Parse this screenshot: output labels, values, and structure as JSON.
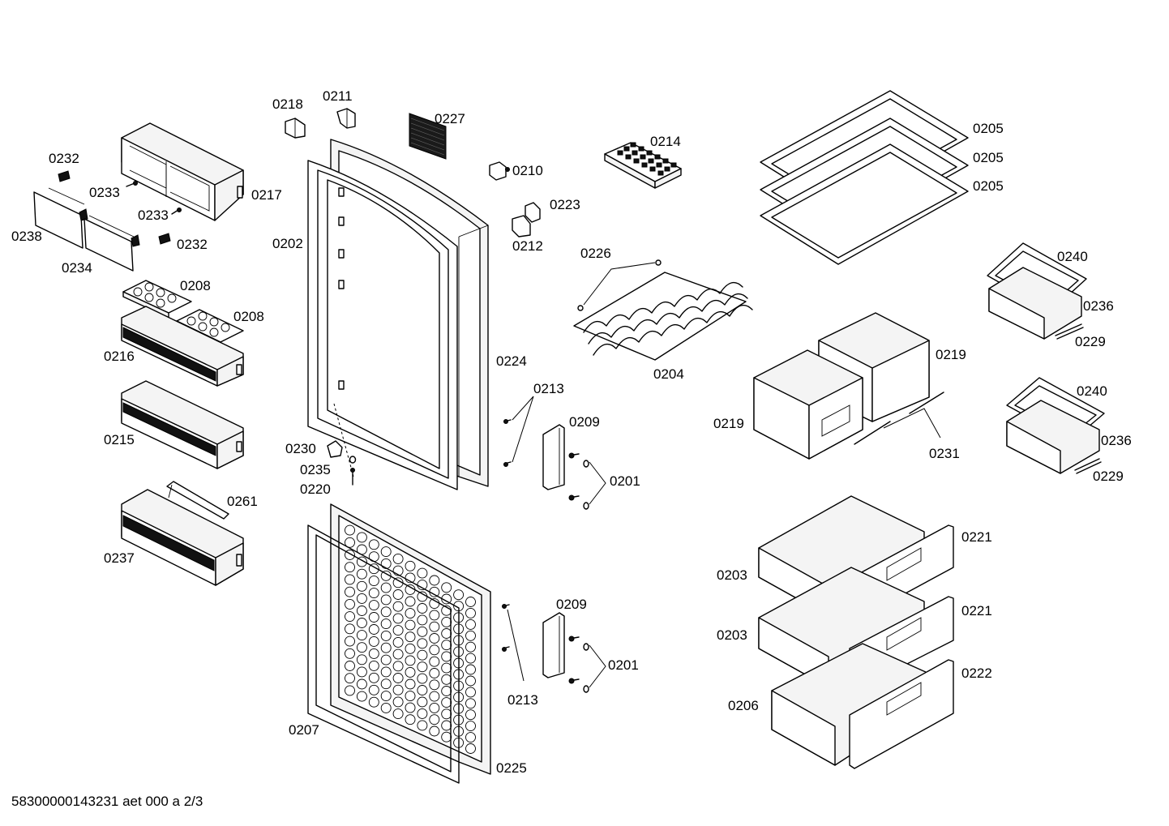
{
  "diagram": {
    "labels": {
      "p0201a": "0201",
      "p0201b": "0201",
      "p0202": "0202",
      "p0203a": "0203",
      "p0203b": "0203",
      "p0204": "0204",
      "p0205a": "0205",
      "p0205b": "0205",
      "p0205c": "0205",
      "p0206": "0206",
      "p0207": "0207",
      "p0208a": "0208",
      "p0208b": "0208",
      "p0209a": "0209",
      "p0209b": "0209",
      "p0210": "0210",
      "p0211": "0211",
      "p0212": "0212",
      "p0213a": "0213",
      "p0213b": "0213",
      "p0214": "0214",
      "p0215": "0215",
      "p0216": "0216",
      "p0217": "0217",
      "p0218": "0218",
      "p0219a": "0219",
      "p0219b": "0219",
      "p0220": "0220",
      "p0221a": "0221",
      "p0221b": "0221",
      "p0222": "0222",
      "p0223": "0223",
      "p0224": "0224",
      "p0225": "0225",
      "p0226": "0226",
      "p0227": "0227",
      "p0229a": "0229",
      "p0229b": "0229",
      "p0230": "0230",
      "p0231": "0231",
      "p0232a": "0232",
      "p0232b": "0232",
      "p0233a": "0233",
      "p0233b": "0233",
      "p0234": "0234",
      "p0235": "0235",
      "p0236a": "0236",
      "p0236b": "0236",
      "p0237": "0237",
      "p0238": "0238",
      "p0240a": "0240",
      "p0240b": "0240",
      "p0261": "0261"
    },
    "footer": "58300000143231 aet 000 a 2/3"
  }
}
